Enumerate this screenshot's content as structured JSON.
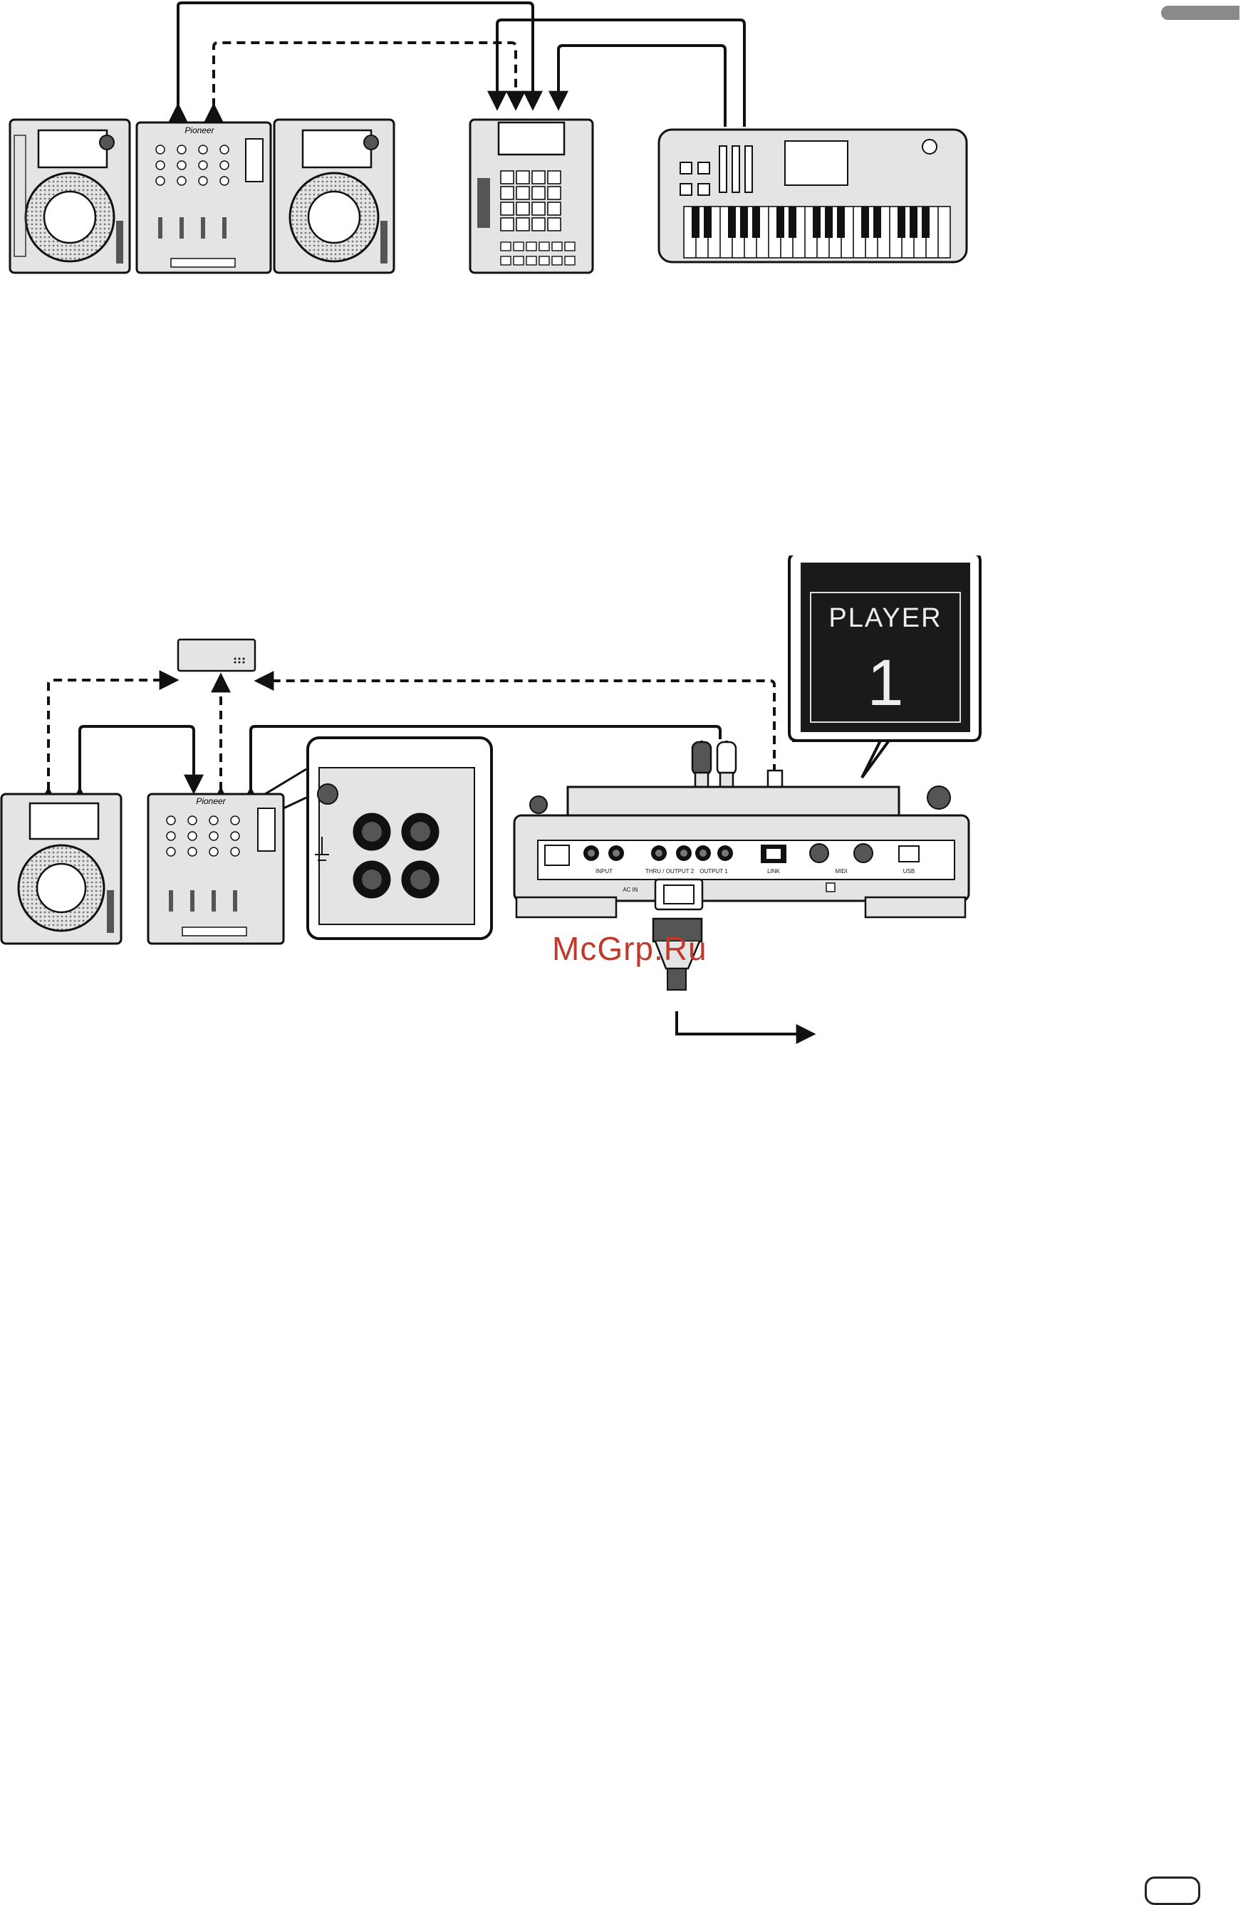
{
  "callout": {
    "line1": "PLAYER",
    "line2": "1"
  },
  "mixer": {
    "brand": "Pioneer"
  },
  "rear_panel": {
    "input_label": "INPUT",
    "thru_output2_label": "THRU / OUTPUT 2",
    "output1_label": "OUTPUT 1",
    "link_label": "LINK",
    "midi_label": "MIDI",
    "usb_label": "USB",
    "ac_in_label": "AC IN"
  },
  "watermark": "McGrp.Ru",
  "colors": {
    "line": "#111111",
    "device_fill": "#e4e4e4",
    "callout_bg": "#1a1a1a",
    "watermark": "#c0392b",
    "page_tab": "#8a8a8a"
  }
}
